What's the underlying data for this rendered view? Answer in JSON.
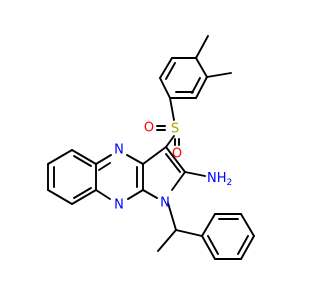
{
  "molecule": {
    "atoms": {
      "N_top": {
        "text": "N",
        "color": "#0000ff"
      },
      "N_bottom": {
        "text": "N",
        "color": "#0000ff"
      },
      "N_ring": {
        "text": "N",
        "color": "#0000ff"
      },
      "S": {
        "text": "S",
        "color": "#b3a100"
      },
      "O_left": {
        "text": "O",
        "color": "#ff0000"
      },
      "O_bottom": {
        "text": "O",
        "color": "#ff0000"
      },
      "NH2": {
        "text": "NH",
        "subscript": "2",
        "color": "#0000ff"
      }
    },
    "colors": {
      "bond": "#000000",
      "carbon": "#000000",
      "nitrogen": "#0000ff",
      "oxygen": "#ff0000",
      "sulfur": "#b3a100"
    }
  }
}
